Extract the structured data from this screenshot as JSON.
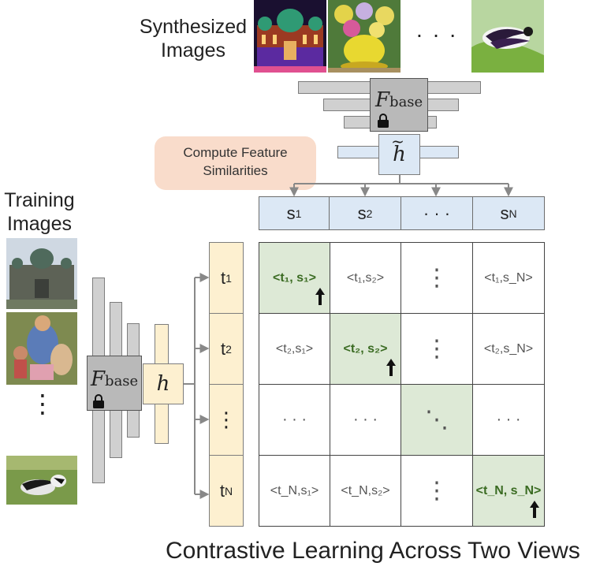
{
  "labels": {
    "synthesized": "Synthesized Images",
    "training": "Training Images",
    "compute": "Compute Feature Similarities",
    "caption": "Contrastive Learning Across Two Views"
  },
  "model": {
    "fbase_main": "F",
    "fbase_sub": "base",
    "h": "h",
    "h_tilde": "h"
  },
  "ellipsis_h": "· · ·",
  "s_headers": [
    {
      "main": "s",
      "sub": "1"
    },
    {
      "main": "s",
      "sub": "2"
    },
    {
      "main": "· · ·",
      "sub": ""
    },
    {
      "main": "s",
      "sub": "N"
    }
  ],
  "t_rows": [
    {
      "main": "t",
      "sub": "1"
    },
    {
      "main": "t",
      "sub": "2"
    },
    {
      "main": "⋮",
      "sub": ""
    },
    {
      "main": "t",
      "sub": "N"
    }
  ],
  "matrix": [
    [
      {
        "text": "<t₁, s₁>",
        "diag": true,
        "bold": true,
        "arrow": true
      },
      {
        "text": "<t₁,s₂>"
      },
      {
        "text": "⋮"
      },
      {
        "text": "<t₁,s_N>"
      }
    ],
    [
      {
        "text": "<t₂,s₁>"
      },
      {
        "text": "<t₂, s₂>",
        "diag": true,
        "bold": true,
        "arrow": true
      },
      {
        "text": "⋮"
      },
      {
        "text": "<t₂,s_N>"
      }
    ],
    [
      {
        "text": "· · ·"
      },
      {
        "text": "· · ·"
      },
      {
        "text": "⋱",
        "diag": true
      },
      {
        "text": "· · ·"
      }
    ],
    [
      {
        "text": "<t_N,s₁>"
      },
      {
        "text": "<t_N,s₂>"
      },
      {
        "text": "⋮"
      },
      {
        "text": "<t_N, s_N>",
        "diag": true,
        "bold": true,
        "arrow": true
      }
    ]
  ],
  "icons": {
    "lock": "lock-icon",
    "arrow_up": "arrow-up-icon"
  },
  "colors": {
    "s_header_fill": "#dce8f5",
    "t_column_fill": "#fdf0d0",
    "diagonal_fill": "#dde9d6",
    "bold_text": "#3a6b22",
    "pill_fill": "#f9dccb",
    "bar_gray": "#d0d0d0"
  }
}
